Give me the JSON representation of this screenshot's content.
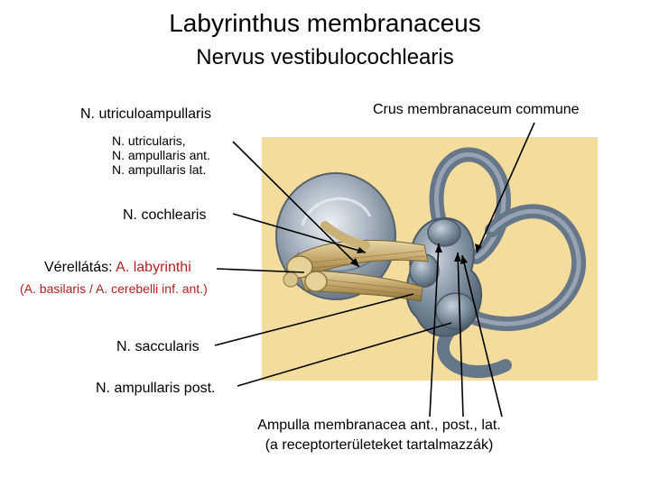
{
  "title": "Labyrinthus membranaceus",
  "subtitle": "Nervus vestibulocochlearis",
  "labels": {
    "utriculoampullaris": "N. utriculoampullaris",
    "sub_1": "N. utricularis,",
    "sub_2": "N. ampullaris ant.",
    "sub_3": "N. ampullaris lat.",
    "cochlearis": "N. cochlearis",
    "verellatas_prefix": "Vérellátás: ",
    "verellatas_value": "A. labyrinthi",
    "arteries": "(A. basilaris / A. cerebelli inf. ant.)",
    "saccularis": "N. saccularis",
    "ampullaris_post": "N. ampullaris post.",
    "crus": "Crus membranaceum commune",
    "ampulla_1": "Ampulla membranacea ant., post., lat.",
    "ampulla_2": "(a receptorterületeket tartalmazzák)"
  },
  "colors": {
    "background_panel": "#f3dc9c",
    "membrane": "#7c8c9b",
    "nerve": "#c9b177",
    "accent_text": "#b81e1e"
  }
}
